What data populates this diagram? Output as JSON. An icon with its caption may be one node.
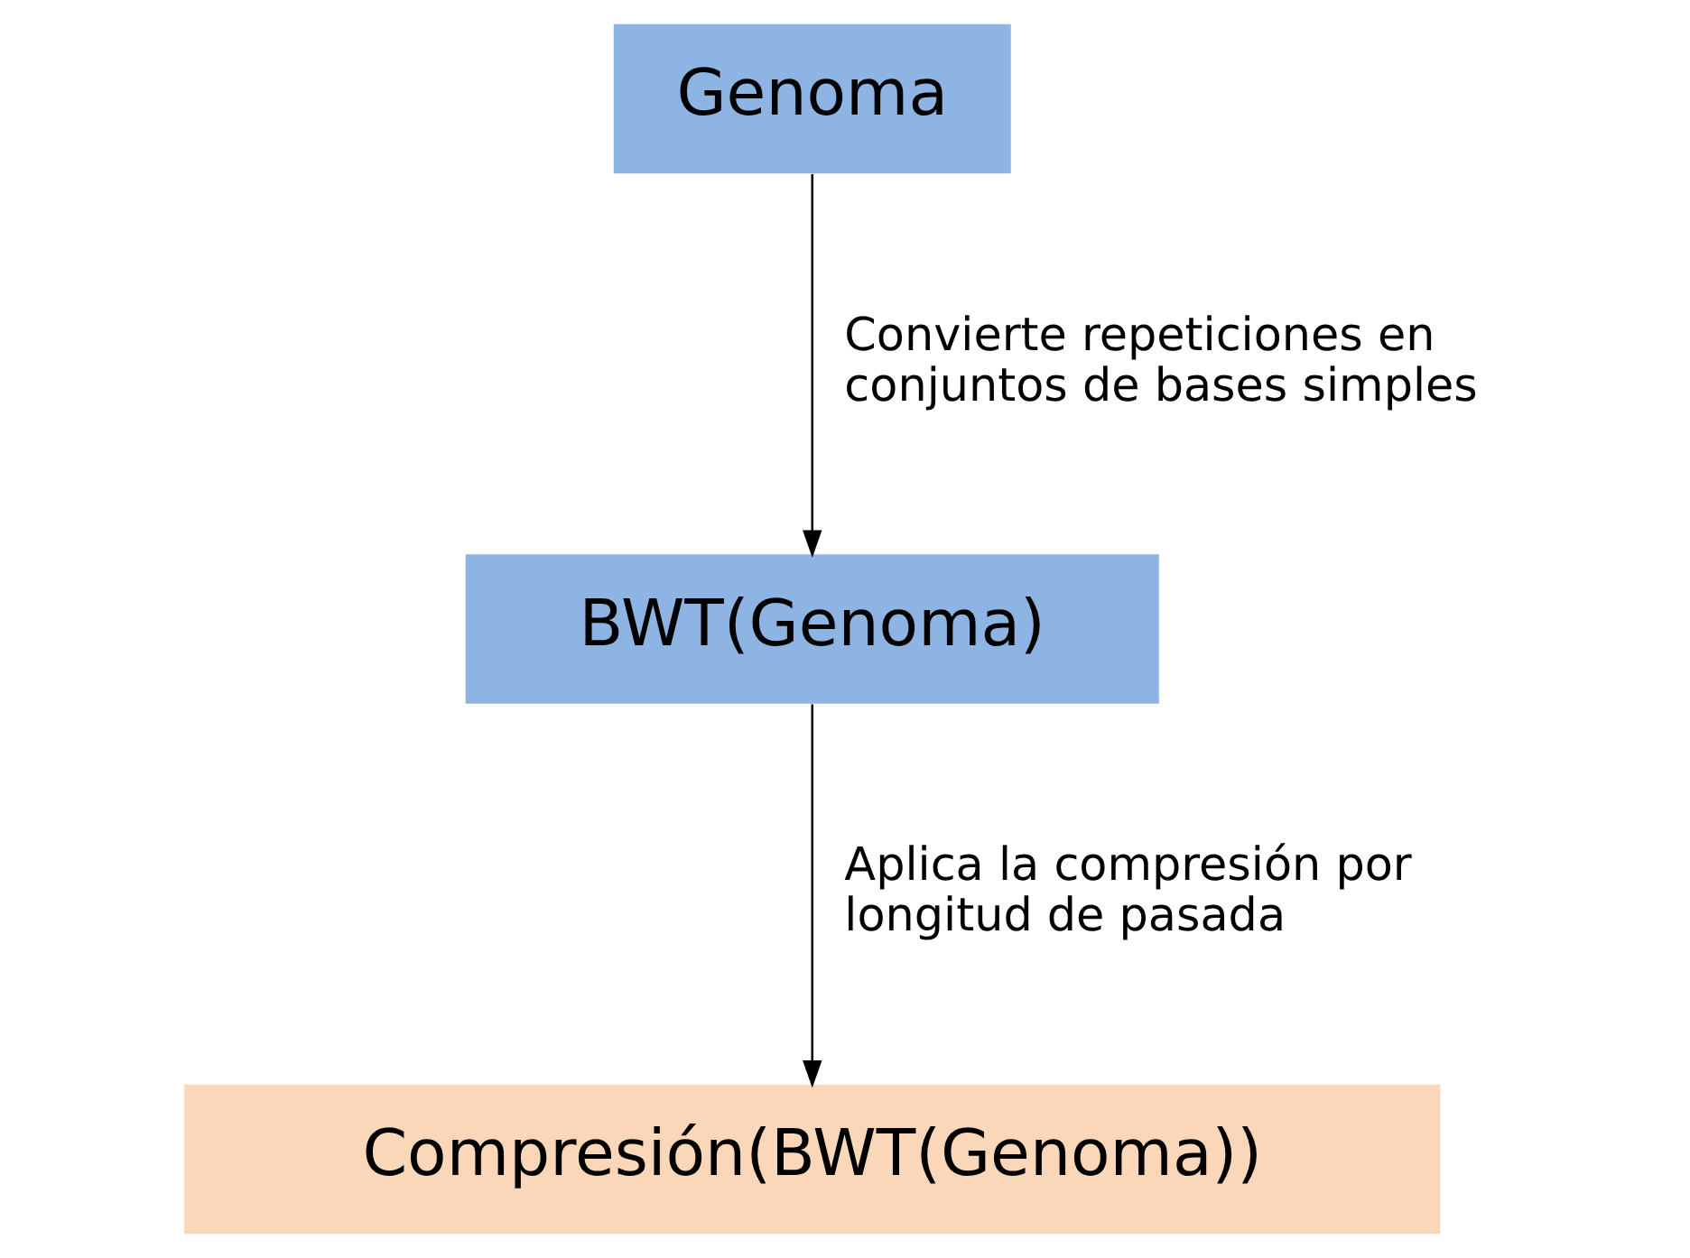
{
  "diagram": {
    "nodes": [
      {
        "text": [
          "Genoma"
        ]
      },
      {
        "text": [
          "BWT(Genoma)"
        ]
      },
      {
        "text": [
          "Compresión(BWT(Genoma))"
        ]
      }
    ],
    "edges": [
      {
        "from": 0,
        "to": 1,
        "arrow": "to",
        "label": "Convierte repeticiones en conjuntos de bases simples"
      },
      {
        "from": 1,
        "to": 2,
        "arrow": "to",
        "label": "Aplica la compresión por longitud de pasada"
      }
    ]
  }
}
